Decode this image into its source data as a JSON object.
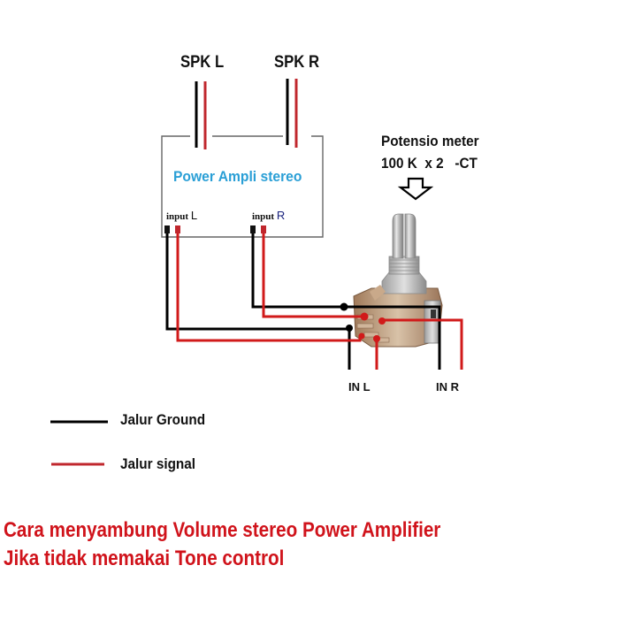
{
  "diagram": {
    "speakers": {
      "left_label": "SPK L",
      "right_label": "SPK R"
    },
    "amplifier": {
      "title": "Power Ampli stereo",
      "input_left_prefix": "input",
      "input_left_channel": "L",
      "input_right_prefix": "input",
      "input_right_channel": "R"
    },
    "potentiometer": {
      "label_line1": "Potensio meter",
      "label_line2": "100 K  x 2   -CT",
      "arrow_icon": "down-arrow-outline-icon"
    },
    "inputs": {
      "left_label": "IN L",
      "right_label": "IN R"
    },
    "legend": {
      "items": [
        {
          "label": "Jalur Ground",
          "color": "#000000"
        },
        {
          "label": "Jalur signal",
          "color": "#c0272d"
        }
      ]
    },
    "caption": {
      "line1": "Cara menyambung Volume stereo Power Amplifier",
      "line2": "Jika tidak memakai Tone control"
    },
    "colors": {
      "ground_wire": "#000000",
      "signal_wire": "#d11a1a",
      "amp_title": "#2a9fd6",
      "caption": "#d0131b",
      "box_border": "#666666"
    }
  }
}
